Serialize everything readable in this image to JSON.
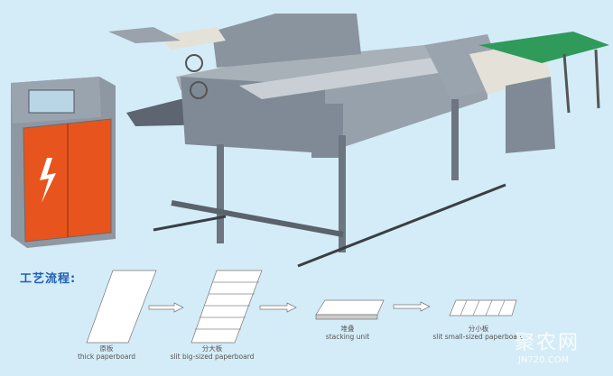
{
  "process": {
    "title": "工艺流程:",
    "steps": [
      {
        "cn": "原板",
        "en": "thick paperboard"
      },
      {
        "cn": "分大板",
        "en": "slit big-sized paperboard"
      },
      {
        "cn": "堆叠",
        "en": "stacking unit"
      },
      {
        "cn": "分小板",
        "en": "slit small-sized paperboard"
      }
    ]
  },
  "watermark": {
    "cn": "聚农网",
    "en": "JN720.COM"
  },
  "colors": {
    "background": "#d4ecf8",
    "machine": "#7f8a96",
    "cabinet_door": "#e8541e",
    "conveyor": "#2f9a5a",
    "title": "#1e5fb4"
  }
}
